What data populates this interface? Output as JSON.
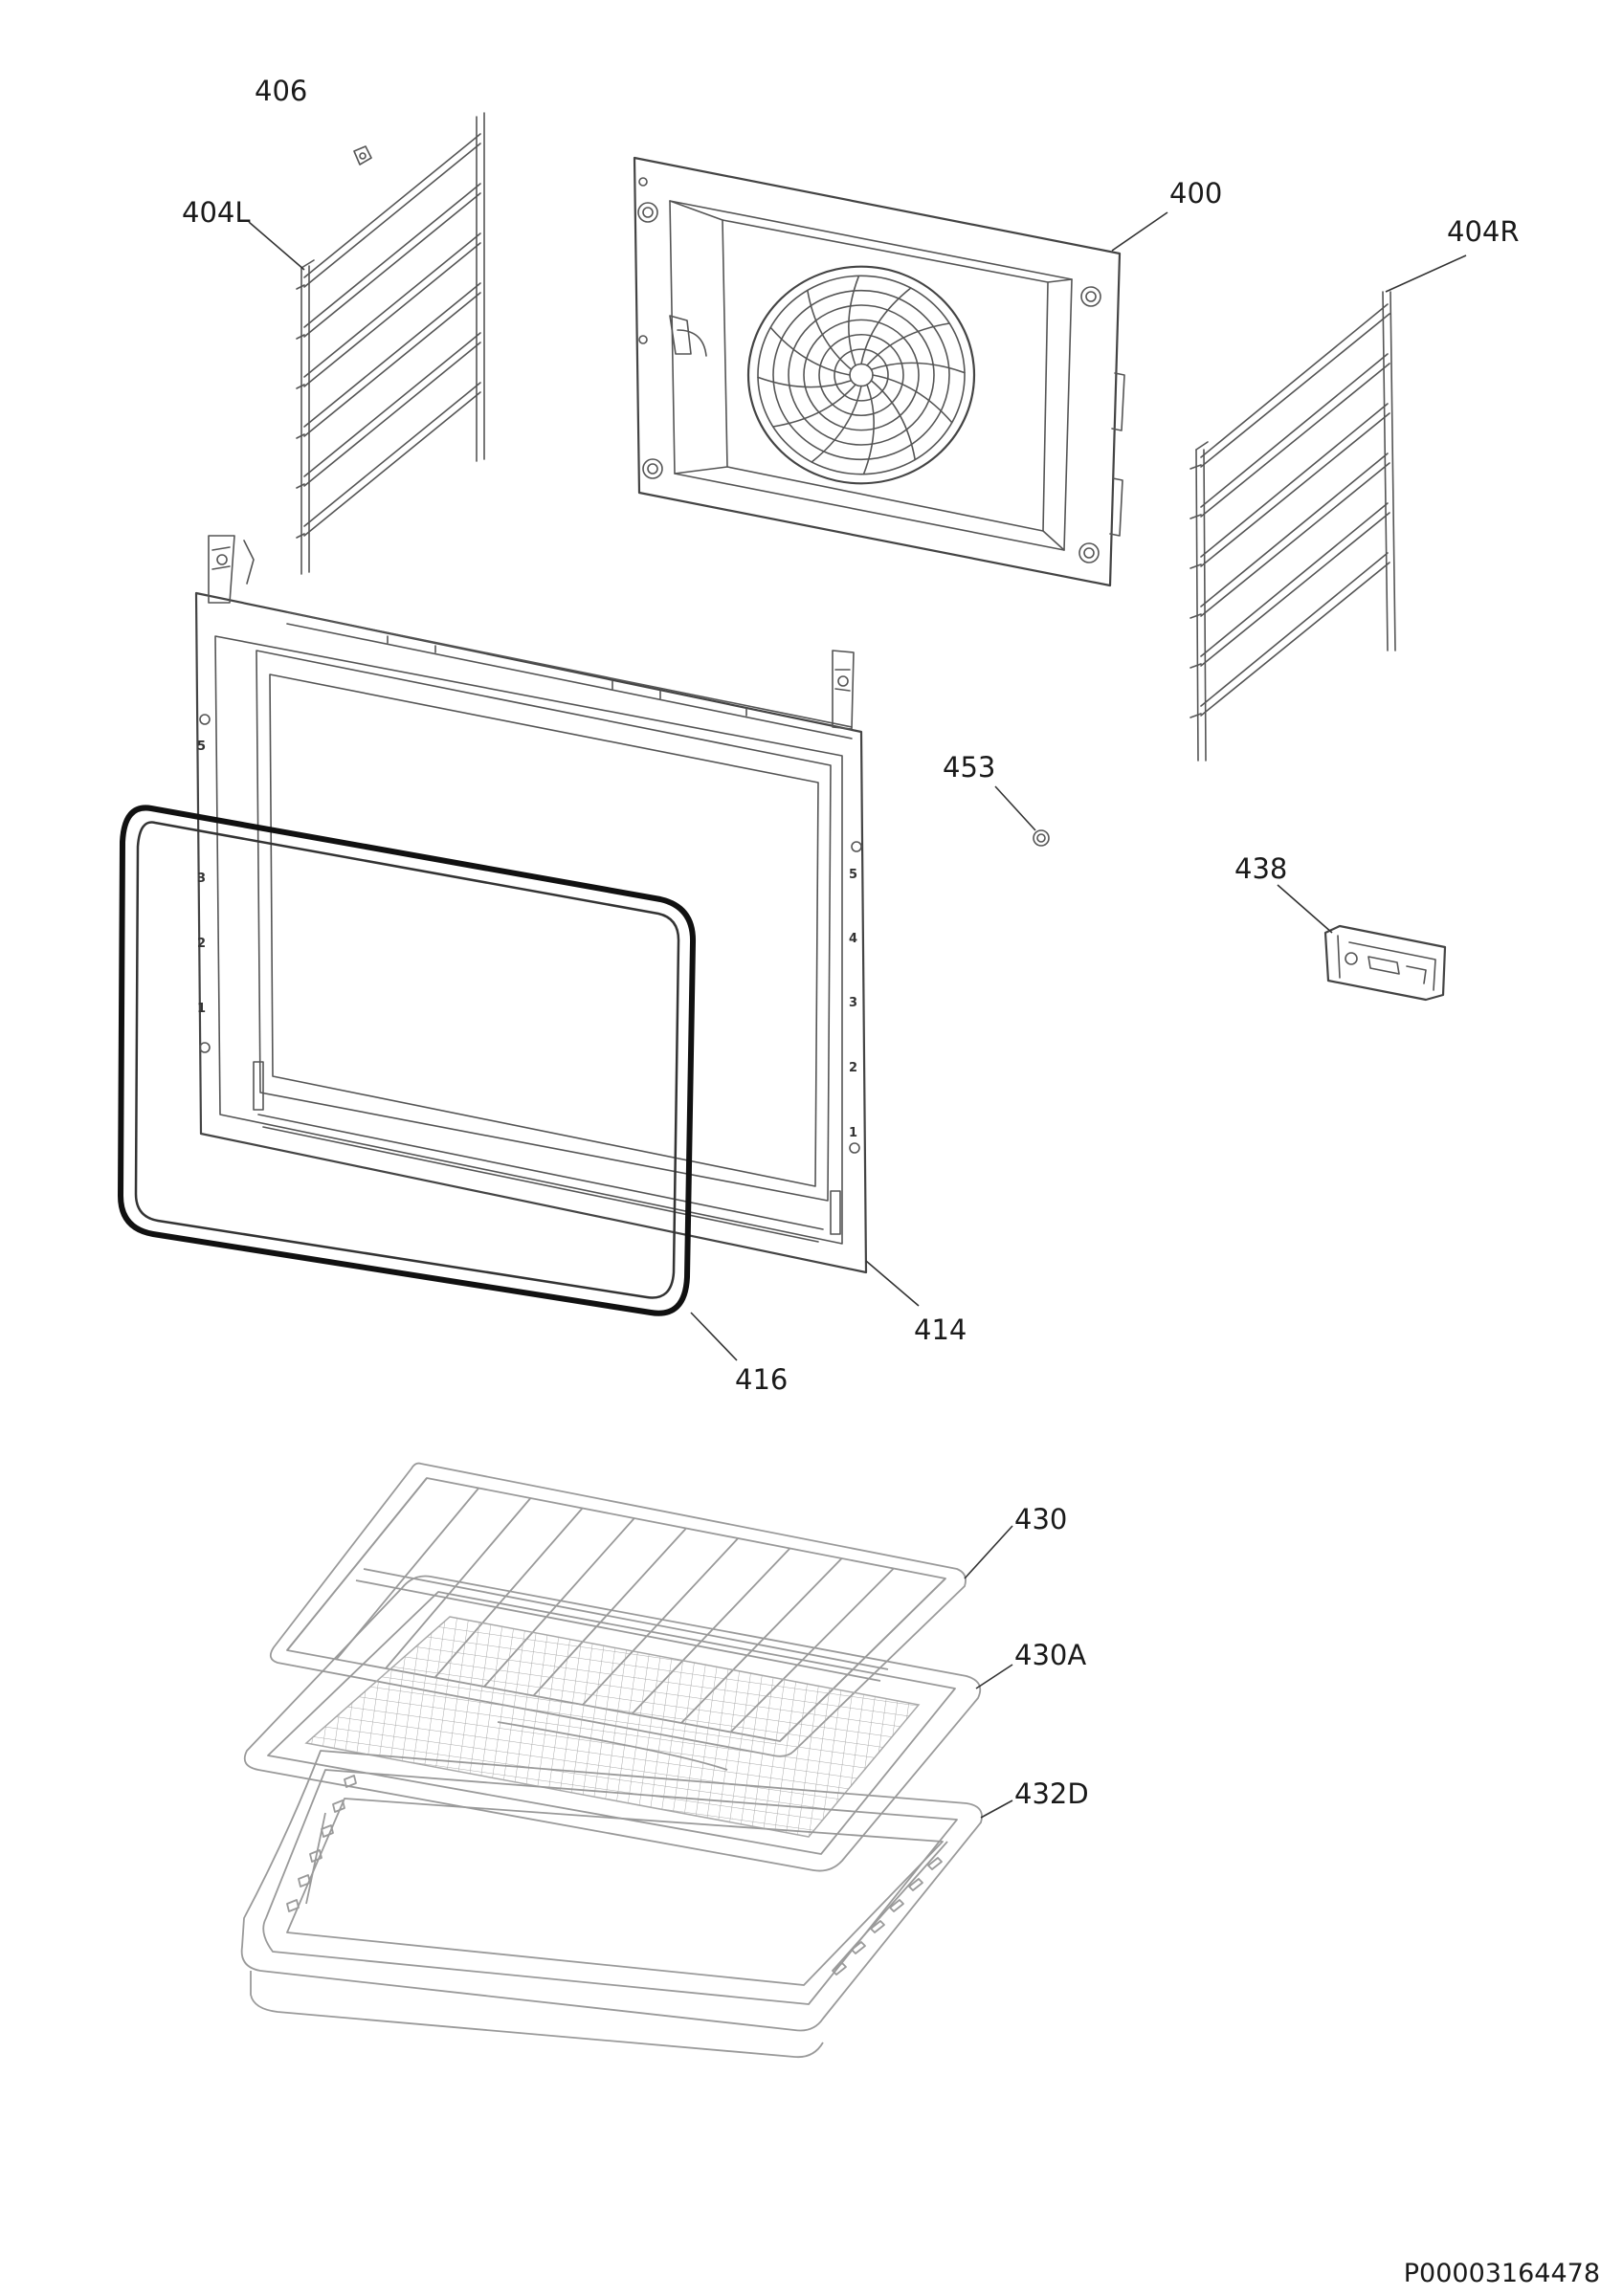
{
  "diagram": {
    "part_labels": [
      {
        "id": "406",
        "text": "406"
      },
      {
        "id": "404L",
        "text": "404L"
      },
      {
        "id": "400",
        "text": "400"
      },
      {
        "id": "404R",
        "text": "404R"
      },
      {
        "id": "453",
        "text": "453"
      },
      {
        "id": "438",
        "text": "438"
      },
      {
        "id": "414",
        "text": "414"
      },
      {
        "id": "416",
        "text": "416"
      },
      {
        "id": "430",
        "text": "430"
      },
      {
        "id": "430A",
        "text": "430A"
      },
      {
        "id": "432D",
        "text": "432D"
      }
    ],
    "shelf_position_marks_left": [
      "5",
      "3",
      "2",
      "1"
    ],
    "shelf_position_marks_right": [
      "5",
      "4",
      "3",
      "2",
      "1"
    ],
    "reference_code": "P00003164478"
  }
}
